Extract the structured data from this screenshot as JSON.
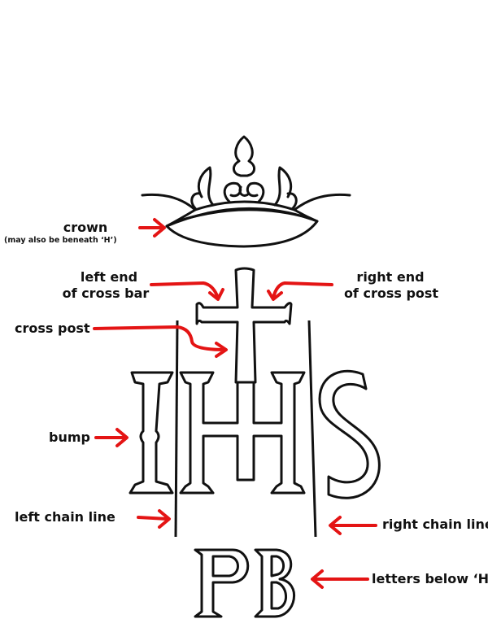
{
  "colors": {
    "arrow": "#e41414",
    "ink": "#111111",
    "background": "#ffffff"
  },
  "labels": {
    "crown": "crown",
    "crown_note": "(may also be beneath ‘H’)",
    "left_end_line1": "left end",
    "left_end_line2": "of cross bar",
    "right_end_line1": "right end",
    "right_end_line2": "of cross post",
    "cross_post": "cross post",
    "bump": "bump",
    "left_chain_line": "left chain line",
    "right_chain_line": "right chain line",
    "letters_below": "letters below ‘H’"
  },
  "watermark_letters": {
    "top": "IHS",
    "bottom": "PB"
  }
}
